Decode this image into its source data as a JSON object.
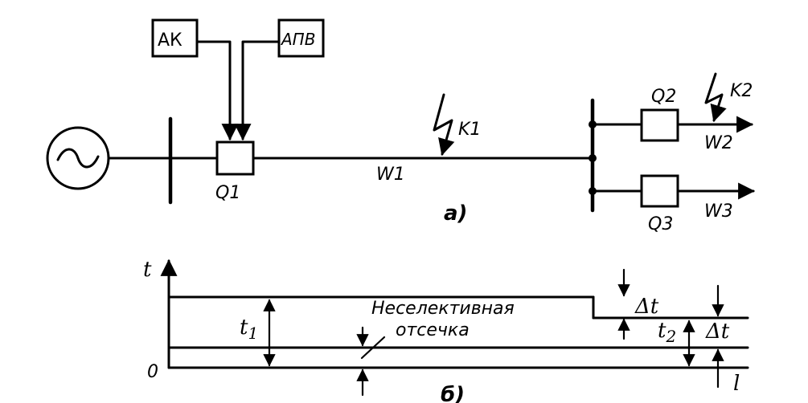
{
  "part_a": {
    "caption": "а)",
    "relay_ak": "АК",
    "relay_apv": "АПВ",
    "breaker_q1": "Q1",
    "breaker_q2": "Q2",
    "breaker_q3": "Q3",
    "line_w1": "W1",
    "line_w2": "W2",
    "line_w3": "W3",
    "fault_k1": "K1",
    "fault_k2": "K2"
  },
  "part_b": {
    "caption": "б)",
    "axis_t": "t",
    "axis_l": "l",
    "origin": "0",
    "t1": "t",
    "t1_sub": "1",
    "t2": "t",
    "t2_sub": "2",
    "delta_t_upper": "Δt",
    "delta_t_lower": "Δt",
    "cutoff_line1": "Неселективная",
    "cutoff_line2": "отсечка"
  }
}
